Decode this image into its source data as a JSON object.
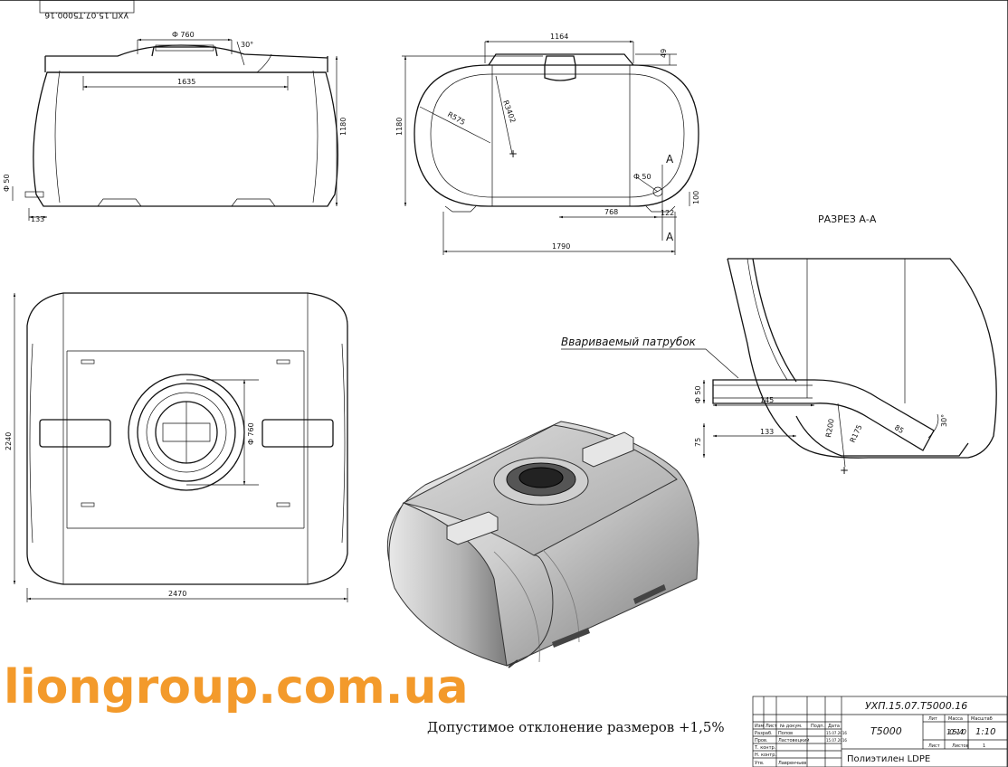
{
  "drawing": {
    "stamp_code": "УХП.15.07.Т5000.16",
    "section_title": "РАЗРЕЗ А-А",
    "section_mark": "А",
    "nozzle_label": "Вваривае­мый патрубок",
    "website": "liongroup.com.ua",
    "tolerance": "Допустимое отклонение размеров +1,5%"
  },
  "front_view": {
    "dims": {
      "lid": "Ф 760",
      "angle": "30°",
      "length": "1635",
      "height": "1180",
      "pipe": "Ф 50",
      "offset": "133"
    }
  },
  "side_view": {
    "dims": {
      "top": "1164",
      "lid_h": "49",
      "radius_small": "R3402",
      "radius_big": "R575",
      "height": "1180",
      "pipe": "Ф 50",
      "pipe_x": "768",
      "pipe_edge": "122",
      "pipe_h": "100",
      "width": "1790"
    }
  },
  "top_view": {
    "dims": {
      "lid": "Ф 760",
      "depth": "2240",
      "length": "2470"
    }
  },
  "section_view": {
    "dims": {
      "d50": "Ф 50",
      "len145": "145",
      "len133": "133",
      "h75": "75",
      "r200": "R200",
      "r175": "R175",
      "l85": "85",
      "angle": "30°"
    }
  },
  "title_block": {
    "code": "УХП.15.07.Т5000.16",
    "name": "Т5000",
    "material": "Полиэтилен LDPE",
    "col_lit": "Лит",
    "col_mass": "Масса",
    "col_scale": "Масштаб",
    "mass": "105-140",
    "scale": "1:10",
    "sheet": "Лист",
    "sheets": "Листов",
    "sheets_count": "1",
    "hdr_izm": "Изм",
    "hdr_list": "Лист",
    "hdr_doc": "№ докум.",
    "hdr_sign": "Подп.",
    "hdr_date": "Дата",
    "razrab": "Разраб.",
    "razrab_name": "Попов",
    "prov": "Пров.",
    "prov_name": "Ластовецкий",
    "tkontr": "Т. контр.",
    "nkontr": "Н. контр.",
    "utv": "Утв.",
    "utv_name": "Лавренчьев",
    "date1": "15.07.2016",
    "date2": "15.07.2016"
  }
}
